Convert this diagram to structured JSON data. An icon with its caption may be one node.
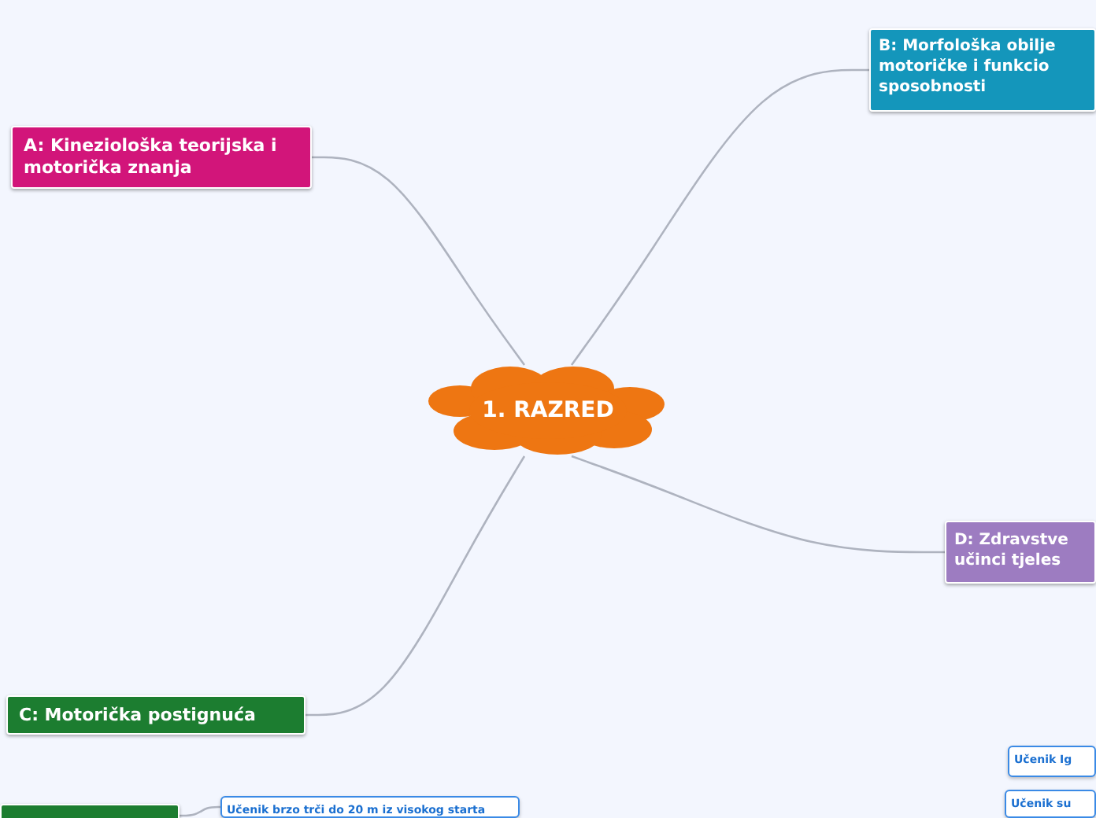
{
  "diagram": {
    "nodes": [
      {
        "text": [
          "1. RAZRED"
        ]
      },
      {
        "text": [
          "A: Kineziološka teorijska i motorička znanja"
        ]
      },
      {
        "text": [
          "B: Morfološka obilje motoričke i funkcio sposobnosti"
        ]
      },
      {
        "text": [
          "C: Motorička postignuća"
        ]
      },
      {
        "text": [
          "D: Zdravstve učinci tjeles"
        ]
      },
      {
        "text": [],
        "shape": "box"
      },
      {
        "text": [
          "Učenik brzo trči do 20 m iz visokog starta"
        ]
      },
      {
        "text": [
          "Učenik Ig"
        ]
      },
      {
        "text": [
          "Učenik su"
        ]
      }
    ],
    "edges": [
      {
        "from": 0,
        "to": 1,
        "arrow": "none"
      },
      {
        "from": 0,
        "to": 2,
        "arrow": "none"
      },
      {
        "from": 0,
        "to": 3,
        "arrow": "none"
      },
      {
        "from": 0,
        "to": 4,
        "arrow": "none"
      },
      {
        "from": 5,
        "to": 6,
        "arrow": "none"
      }
    ]
  }
}
